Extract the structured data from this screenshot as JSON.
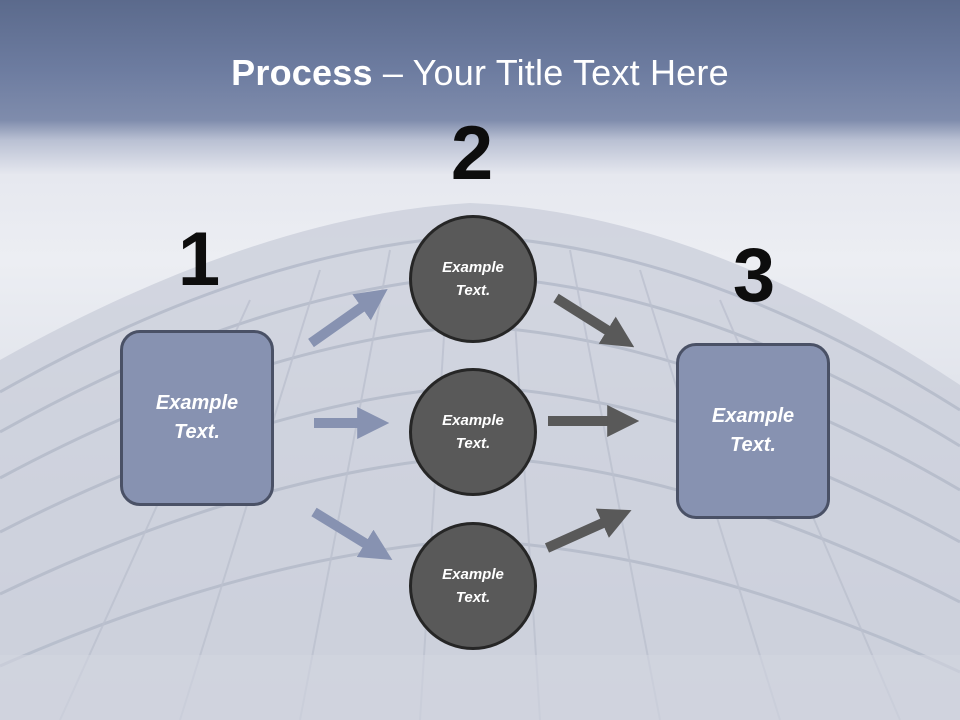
{
  "slide": {
    "title_bold": "Process",
    "title_rest": " – Your Title Text Here",
    "step_numbers": [
      "1",
      "2",
      "3"
    ],
    "start_box": {
      "line1": "Example",
      "line2": "Text."
    },
    "end_box": {
      "line1": "Example",
      "line2": "Text."
    },
    "circles": [
      {
        "line1": "Example",
        "line2": "Text."
      },
      {
        "line1": "Example",
        "line2": "Text."
      },
      {
        "line1": "Example",
        "line2": "Text."
      }
    ]
  },
  "colors": {
    "box_fill": "#8792b1",
    "circle_fill": "#595959",
    "arrow_blue": "#8792b1",
    "arrow_gray": "#595959"
  }
}
